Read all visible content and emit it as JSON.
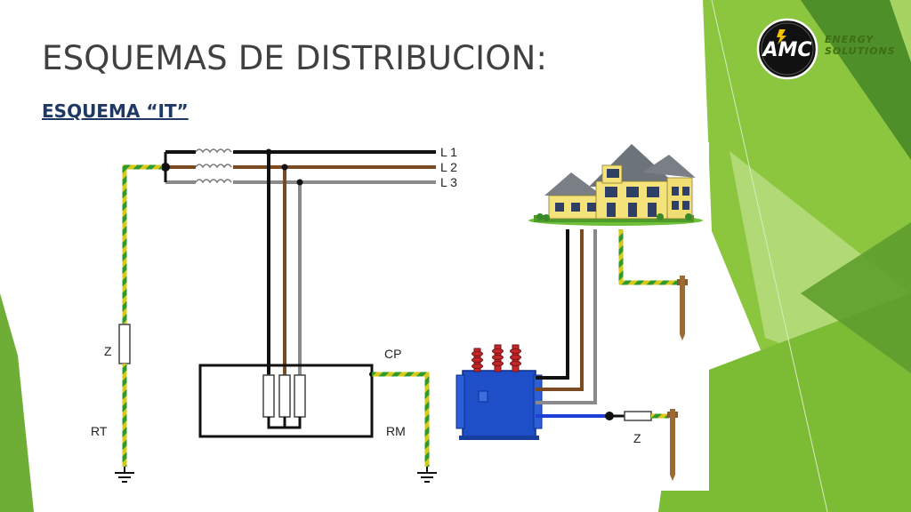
{
  "slide": {
    "title": "ESQUEMAS DE DISTRIBUCION:",
    "subtitle": "ESQUEMA “IT”"
  },
  "logo": {
    "text": "AMC",
    "tagline_line1": "ENERGY",
    "tagline_line2": "SOLUTIONS"
  },
  "diagram": {
    "labels": {
      "l1": "L 1",
      "l2": "L 2",
      "l3": "L 3",
      "z_left": "Z",
      "rt": "RT",
      "cp": "CP",
      "rm": "RM",
      "z_right": "Z"
    },
    "icons": [
      "house-icon",
      "transformer-icon",
      "earth-ground-icon",
      "impedance-icon",
      "coil-icon",
      "ground-rod-icon"
    ]
  },
  "colors": {
    "accent_green": "#8cc63f",
    "dark_green": "#3f7a1e",
    "title_text": "#404040",
    "subtitle_text": "#1f3864",
    "phase_l1": "#111111",
    "phase_l2": "#7a4a22",
    "phase_l3": "#8a8a8a",
    "earth_yellow": "#d8c81a",
    "earth_green": "#2e9a2e",
    "neutral_blue": "#1e3fd8"
  }
}
